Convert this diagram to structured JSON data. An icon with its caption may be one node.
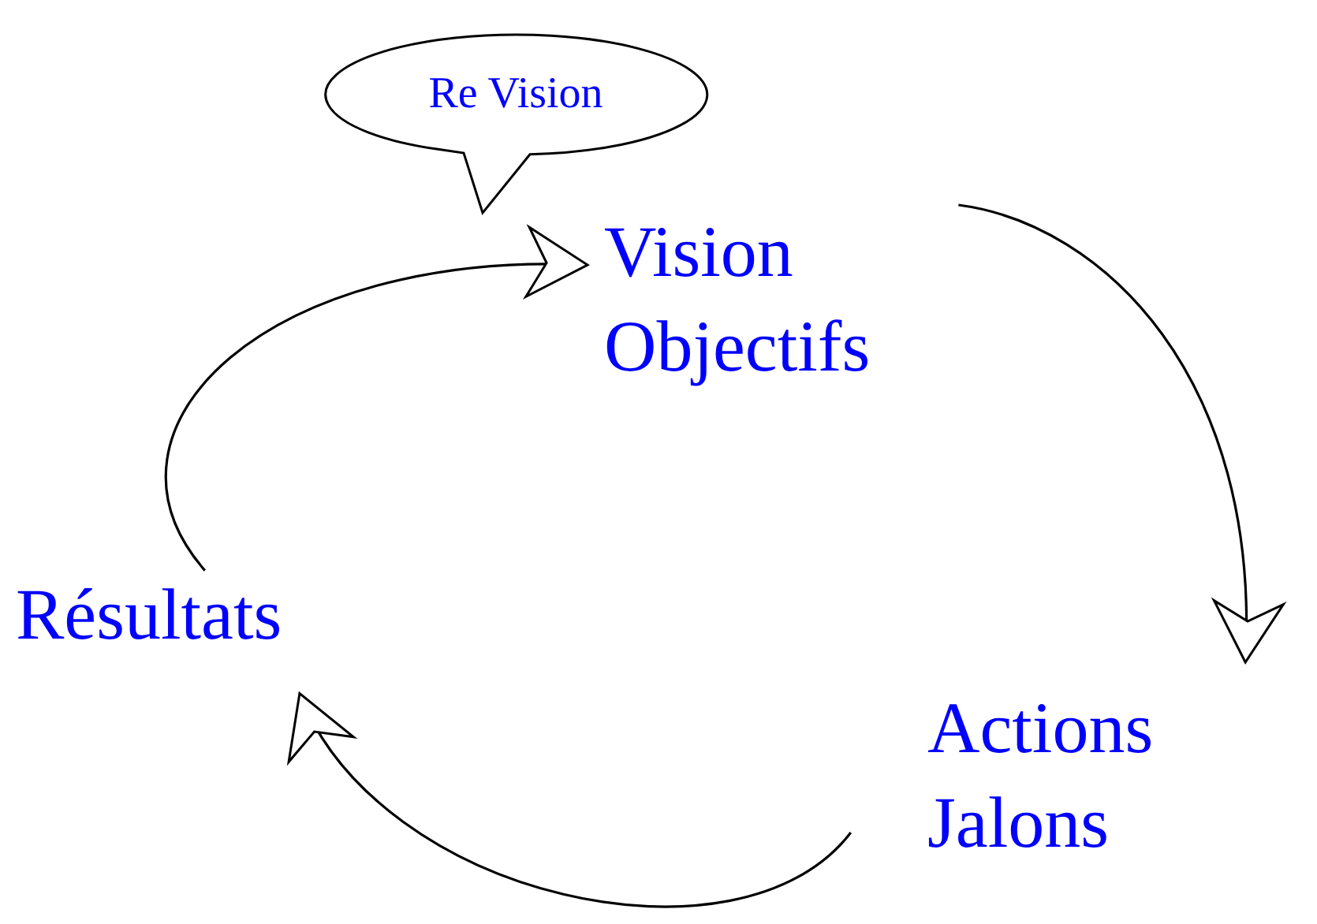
{
  "diagram": {
    "nodes": [
      {
        "text": [
          "Re Vision"
        ]
      },
      {
        "text": [
          "Vision Objectifs"
        ]
      },
      {
        "text": [
          "Actions Jalons"
        ]
      },
      {
        "text": [
          "Résultats"
        ]
      }
    ],
    "edges": [
      {
        "from": 1,
        "to": 2,
        "arrow": "to"
      },
      {
        "from": 2,
        "to": 3,
        "arrow": "to"
      },
      {
        "from": 3,
        "to": 1,
        "arrow": "to"
      }
    ]
  }
}
